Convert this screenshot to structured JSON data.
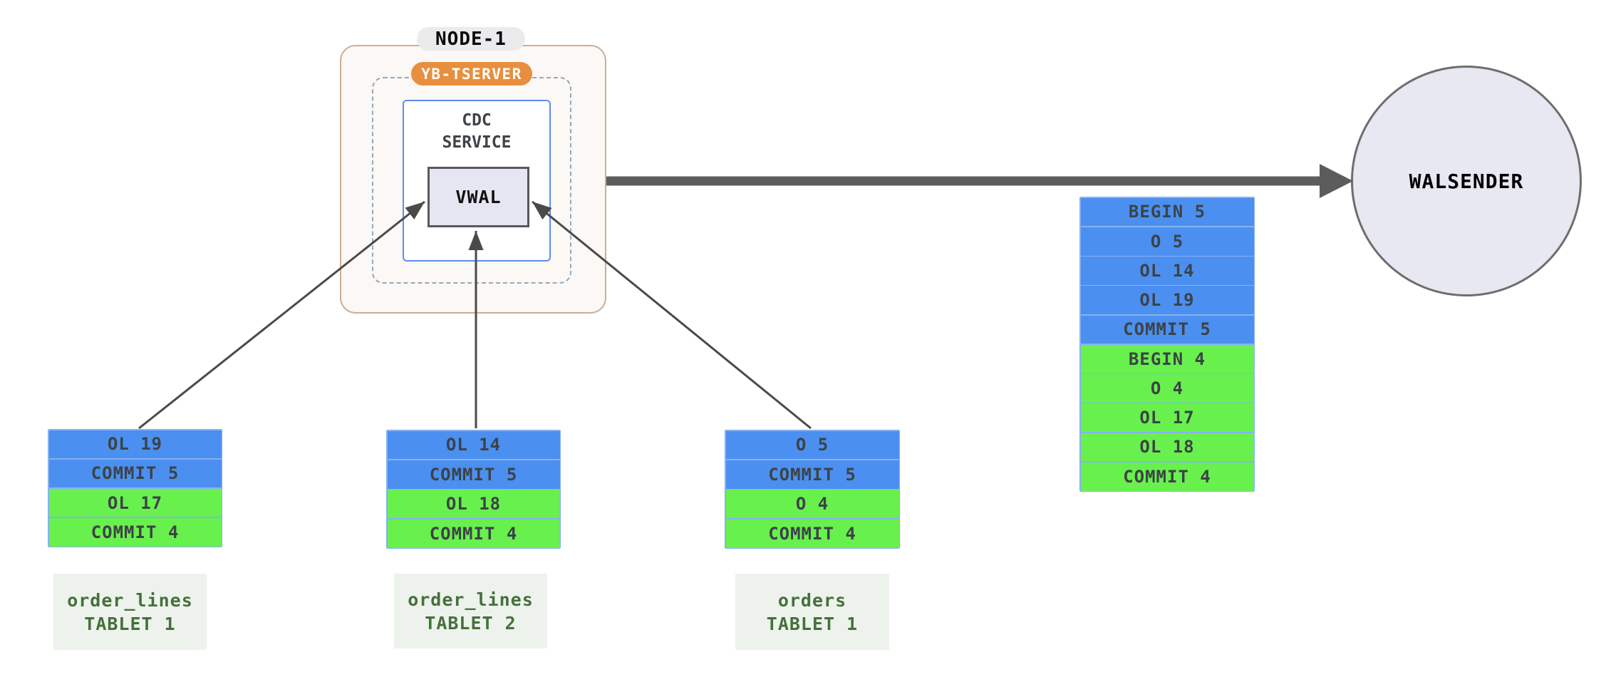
{
  "node": {
    "title": "NODE-1",
    "tserver": "YB-TSERVER",
    "cdc_service": "CDC\nSERVICE",
    "vwal": "VWAL"
  },
  "walsender": "WALSENDER",
  "colors": {
    "txn5_blue": "#4b90f0",
    "txn4_green": "#68f14d",
    "stack_border": "#86b1f3",
    "node_border": "#c9ae97",
    "tserver_orange": "#e78f3e",
    "cdc_border": "#5b8def",
    "arrow_gray": "#5c5c5c",
    "label_green": "#45703c"
  },
  "merged_stream": {
    "rows": [
      {
        "text": "BEGIN 5",
        "color": "blue"
      },
      {
        "text": "O 5",
        "color": "blue"
      },
      {
        "text": "OL 14",
        "color": "blue"
      },
      {
        "text": "OL 19",
        "color": "blue"
      },
      {
        "text": "COMMIT 5",
        "color": "blue"
      },
      {
        "text": "BEGIN 4",
        "color": "green"
      },
      {
        "text": "O 4",
        "color": "green"
      },
      {
        "text": "OL 17",
        "color": "green"
      },
      {
        "text": "OL 18",
        "color": "green"
      },
      {
        "text": "COMMIT 4",
        "color": "green"
      }
    ]
  },
  "tablets": [
    {
      "label": "order_lines\nTABLET 1",
      "rows": [
        {
          "text": "OL 19",
          "color": "blue"
        },
        {
          "text": "COMMIT 5",
          "color": "blue"
        },
        {
          "text": "OL 17",
          "color": "green"
        },
        {
          "text": "COMMIT 4",
          "color": "green"
        }
      ]
    },
    {
      "label": "order_lines\nTABLET 2",
      "rows": [
        {
          "text": "OL 14",
          "color": "blue"
        },
        {
          "text": "COMMIT 5",
          "color": "blue"
        },
        {
          "text": "OL 18",
          "color": "green"
        },
        {
          "text": "COMMIT 4",
          "color": "green"
        }
      ]
    },
    {
      "label": "orders\nTABLET 1",
      "rows": [
        {
          "text": "O 5",
          "color": "blue"
        },
        {
          "text": "COMMIT 5",
          "color": "blue"
        },
        {
          "text": "O 4",
          "color": "green"
        },
        {
          "text": "COMMIT 4",
          "color": "green"
        }
      ]
    }
  ]
}
